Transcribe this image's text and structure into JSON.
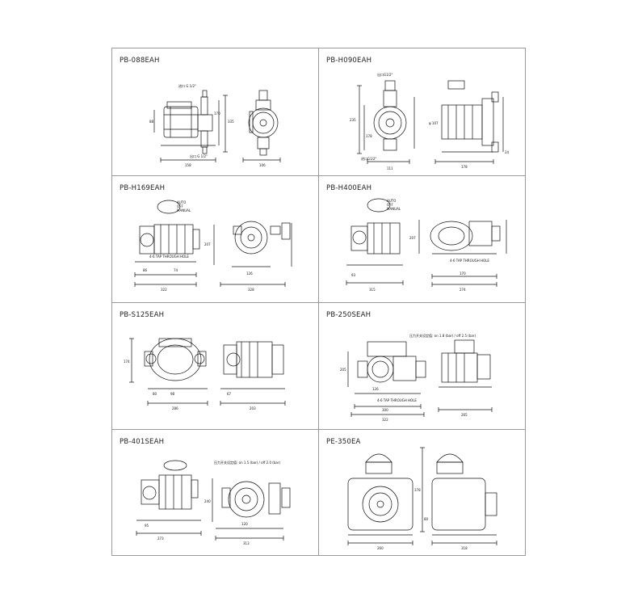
{
  "panels": [
    {
      "model": "PB-088EAH",
      "labels": {
        "inlet": "进口 G 1/2\"",
        "outlet": "出口 G 1/2\"",
        "d_width": "158",
        "d_height": "335",
        "d_height2": "170",
        "d_height3": "88",
        "d_side": "106"
      }
    },
    {
      "model": "PB-H090EAH",
      "labels": {
        "inlet": "出口G1/2\"",
        "outlet": "进口G1/2\"",
        "d_width": "111",
        "d_height": "235",
        "d_height2": "178",
        "d_phi": "φ 107",
        "d_side": "178",
        "d_side2": "24"
      }
    },
    {
      "model": "PB-H169EAH",
      "labels": {
        "mode_auto": "AUTO",
        "mode_off": "OFF",
        "mode_manual": "MANUAL",
        "hole": "4-6 TAP THROUGH HOLE",
        "d_width": "322",
        "d_width2": "86",
        "d_width3": "74",
        "d_side": "328",
        "d_side2": "126",
        "d_height": "207"
      }
    },
    {
      "model": "PB-H400EAH",
      "labels": {
        "mode_auto": "AUTO",
        "mode_off": "OFF",
        "mode_manual": "MANUAL",
        "hole": "4-6 TAP THROUGH HOLE",
        "d_width": "315",
        "d_width2": "93",
        "d_side": "274",
        "d_side2": "170",
        "d_height": "207"
      }
    },
    {
      "model": "PB-S125EAH",
      "labels": {
        "d_width": "286",
        "d_width2": "98",
        "d_width3": "80",
        "d_side": "203",
        "d_side2": "67",
        "d_height": "174"
      }
    },
    {
      "model": "PB-250SEAH",
      "labels": {
        "gauge": "压力开关设定值: on 1.8 (bar) / off 2.5 (bar)",
        "hole": "4-6 TAP THROUGH HOLE",
        "d_width": "300",
        "d_width2": "322",
        "d_width3": "126",
        "d_side": "265",
        "d_height": "205"
      }
    },
    {
      "model": "PB-401SEAH",
      "labels": {
        "gauge": "压力开关设定值: on 1.5 (bar) / off 2.0 (bar)",
        "d_width": "273",
        "d_width2": "95",
        "d_side": "313",
        "d_side2": "120",
        "d_height": "240"
      }
    },
    {
      "model": "PE-350EA",
      "labels": {
        "d_width": "260",
        "d_side": "318",
        "d_height": "378",
        "d_side2": "80"
      }
    }
  ]
}
